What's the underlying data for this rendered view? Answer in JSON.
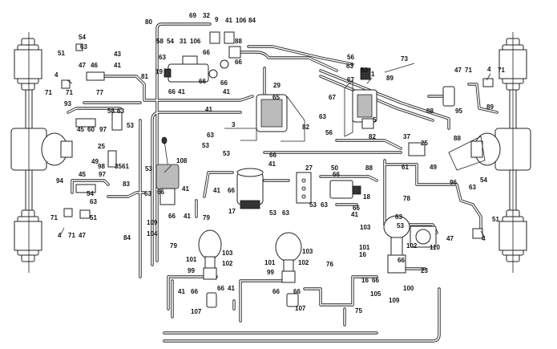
{
  "labels": {
    "l1": "1",
    "l3": "3",
    "l4a": "4",
    "l4b": "4",
    "l4c": "4",
    "l4d": "4",
    "l5": "5",
    "l9": "9",
    "l16a": "16",
    "l16b": "16",
    "l17": "17",
    "l18": "18",
    "l19": "19",
    "l23": "23",
    "l25a": "25",
    "l25b": "25",
    "l27": "27",
    "l29": "29",
    "l31": "31",
    "l32": "32",
    "l35": "35",
    "l37": "37",
    "l41a": "41",
    "l41b": "41",
    "l41c": "41",
    "l41d": "41",
    "l41e": "41",
    "l41f": "41",
    "l41g": "41",
    "l41h": "41",
    "l41i": "41",
    "l41j": "41",
    "l41k": "41",
    "l41l": "41",
    "l43": "43",
    "l45a": "45",
    "l45b": "45",
    "l46": "46",
    "l47a": "47",
    "l47b": "47",
    "l47c": "47",
    "l47d": "47",
    "l49a": "49",
    "l49b": "49",
    "l50": "50",
    "l51a": "51",
    "l51b": "51",
    "l51c": "51",
    "l53a": "53",
    "l53b": "53",
    "l53c": "53",
    "l53d": "53",
    "l53e": "53",
    "l53f": "53",
    "l53g": "53",
    "l53h": "53",
    "l54a": "54",
    "l54b": "54",
    "l54c": "54",
    "l54d": "54",
    "l56a": "56",
    "l56b": "56",
    "l58a": "58",
    "l58b": "58",
    "l60": "60",
    "l61a": "61",
    "l61b": "61",
    "l63a": "63",
    "l63b": "63",
    "l63c": "63",
    "l63d": "63",
    "l63e": "63",
    "l63f": "63",
    "l63g": "63",
    "l63h": "63",
    "l63i": "63",
    "l63j": "63",
    "l63k": "63",
    "l63l": "63",
    "l65": "65",
    "l66a": "66",
    "l66b": "66",
    "l66c": "66",
    "l66d": "66",
    "l66e": "66",
    "l66f": "66",
    "l66g": "66",
    "l66h": "66",
    "l66i": "66",
    "l66j": "66",
    "l66k": "66",
    "l66l": "66",
    "l66m": "66",
    "l66n": "66",
    "l66o": "66",
    "l66p": "66",
    "l66q": "66",
    "l67a": "67",
    "l67b": "67",
    "l69": "69",
    "l71a": "71",
    "l71b": "71",
    "l71c": "71",
    "l71d": "71",
    "l71e": "71",
    "l71f": "71",
    "l73": "73",
    "l75": "75",
    "l76": "76",
    "l77": "77",
    "l78": "78",
    "l79a": "79",
    "l79b": "79",
    "l80": "80",
    "l81": "81",
    "l82a": "82",
    "l82b": "82",
    "l83": "83",
    "l84a": "84",
    "l84b": "84",
    "l88a": "88",
    "l88b": "88",
    "l88c": "88",
    "l88d": "88",
    "l89a": "89",
    "l89b": "89",
    "l93": "93",
    "l94": "94",
    "l95": "95",
    "l96": "96",
    "l97a": "97",
    "l97b": "97",
    "l98": "98",
    "l99a": "99",
    "l99b": "99",
    "l100": "100",
    "l101a": "101",
    "l101b": "101",
    "l101c": "101",
    "l102a": "102",
    "l102b": "102",
    "l102c": "102",
    "l103a": "103",
    "l103b": "103",
    "l103c": "103",
    "l104": "104",
    "l105": "105",
    "l106a": "106",
    "l106b": "106",
    "l107a": "107",
    "l107b": "107",
    "l108": "108",
    "l109a": "109",
    "l109b": "109",
    "l110": "110"
  }
}
